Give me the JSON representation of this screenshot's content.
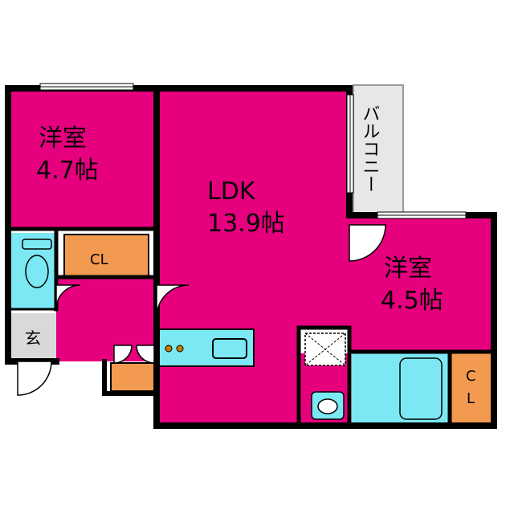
{
  "floorplan": {
    "rooms": {
      "western_room_a": {
        "name": "洋室",
        "size": "4.7帖"
      },
      "ldk": {
        "name": "LDK",
        "size": "13.9帖"
      },
      "western_room_b": {
        "name": "洋室",
        "size": "4.5帖"
      },
      "closet_a": {
        "label": "CL"
      },
      "closet_b": {
        "label_line1": "C",
        "label_line2": "L"
      },
      "entrance": {
        "label": "玄"
      },
      "balcony": {
        "label": "バルコニー"
      }
    },
    "colors": {
      "room_fill": "#E6007E",
      "closet_fill": "#F29A50",
      "bath_fill": "#7CE8F3",
      "entrance_fill": "#D9D9D9",
      "balcony_fill": "#E7E7E7",
      "wall": "#000000"
    }
  }
}
